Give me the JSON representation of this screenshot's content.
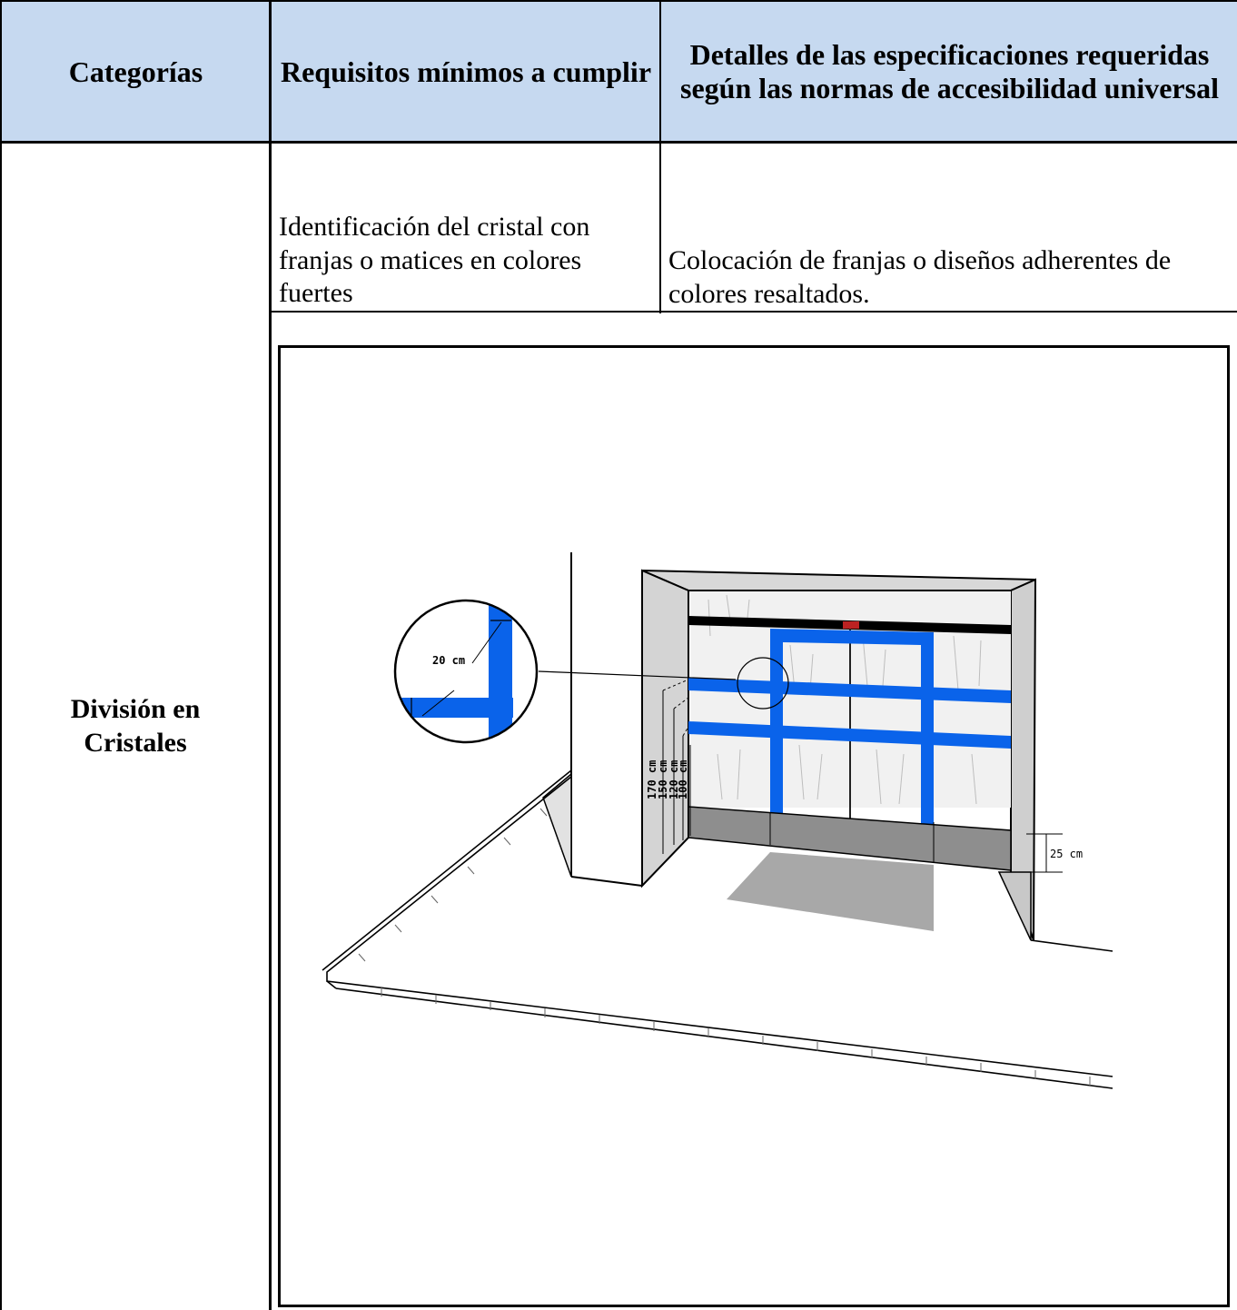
{
  "table": {
    "headers": {
      "categories": "Categorías",
      "requirements": "Requisitos mínimos a cumplir",
      "details_line1": "Detalles de las especificaciones requeridas",
      "details_line2": "según las normas de accesibilidad universal"
    },
    "row": {
      "category_line1": "División en",
      "category_line2": "Cristales",
      "requirement_line1": "Identificación del cristal con",
      "requirement_line2": "franjas o matices  en colores",
      "requirement_line3": "fuertes",
      "detail_line1": "Colocación de franjas o diseños adherentes de",
      "detail_line2": "colores resaltados."
    }
  },
  "illustration": {
    "labels": {
      "stripe_width": "20 cm",
      "height_170": "170 cm",
      "height_150": "150 cm",
      "height_120": "120 cm",
      "height_100": "100 cm",
      "base_band": "25 cm"
    },
    "colors": {
      "stripe": "#0a63ea",
      "header_fill": "#c6d9f0",
      "base_band": "#8e8e8e"
    }
  }
}
